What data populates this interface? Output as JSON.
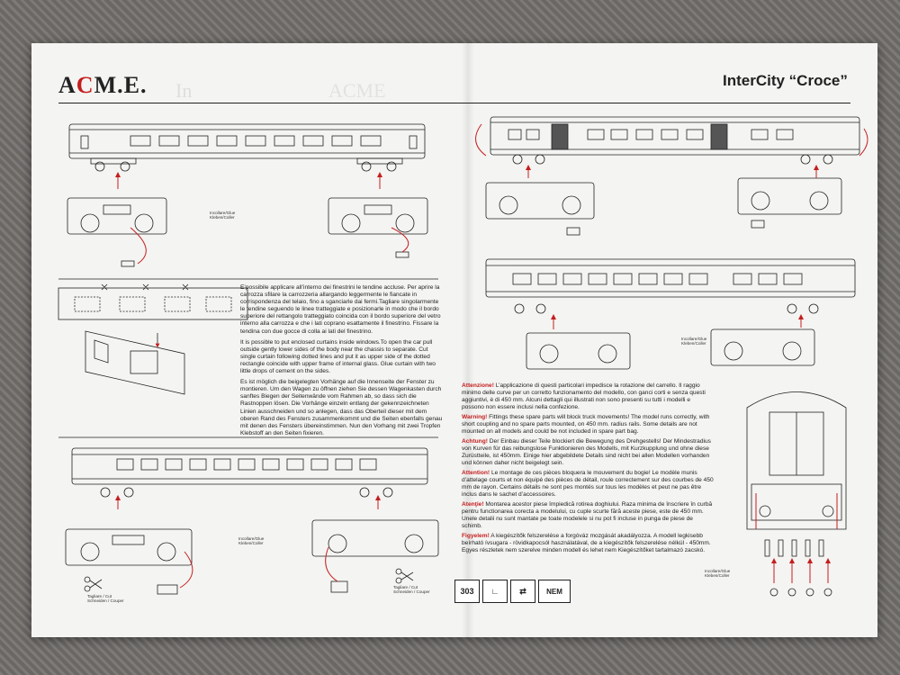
{
  "brand": {
    "logo_pre": "A",
    "logo_red": "C",
    "logo_post": "M.E."
  },
  "header": {
    "title": "InterCity “Croce”"
  },
  "instructions": {
    "it": "E’possibile applicare all’interno dei finestrini le tendine accluse. Per aprire la carrozza sfilare la carrozzeria allargando leggermente le fiancate in corrispondenza del telaio, fino a sganciarle dai fermi.Tagliare singolarmente le tendine seguendo le linee tratteggiate e posizionarle in modo che il bordo superiore del rettangolo tratteggiato coincida con il bordo superiore del vetro interno alla carrozza e che i lati coprano esattamente il finestrino. Fissare la tendina con due gocce di colla ai lati del finestrino.",
    "en": "It is possible to put enclosed curtains inside windows.To open the car pull outside gently lower sides of the body near the chassis to separate. Cut single curtain following dotted lines and put it as upper side of the dotted rectangle coincide with upper frame of internal glass. Glue curtain with two little drops of cement on the sides.",
    "de": "Es ist möglich die beigelegten Vorhänge auf die Innenseite der Fenster zu montieren. Um den Wagen zu öffnen ziehen Sie dessen Wagenkasten durch sanftes Biegen der Seitenwände vom Rahmen ab, so dass sich die Rastnoppen lösen. Die Vorhänge einzeln entlang der gekennzeichneten Linien ausschneiden und so anlegen, dass das Oberteil dieser mit dem oberen Rand des Fensters zusammenkommt und die Seiten ebenfalls genau mit denen des Fensters übereinstimmen. Nun den Vorhang mit zwei Tropfen Klebstoff an den Seiten fixieren."
  },
  "warnings": [
    {
      "head": "Attenzione!",
      "body": " L’applicazione di questi particolari impedisce la rotazione del carrello. Il raggio minimo delle curve per un corretto funzionamento del modello, con ganci corti e senza questi aggiuntivi, è di 450 mm. Alcuni dettagli qui illustrati non sono presenti su tutti i modelli e possono non essere inclusi nella confezione."
    },
    {
      "head": "Warning!",
      "body": " Fittings these spare parts will block truck movements! The model runs correctly, with short coupling and no spare parts mounted, on 450 mm. radius rails. Some details are not mounted on all models and could be not included in spare part bag."
    },
    {
      "head": "Achtung!",
      "body": " Der Einbau dieser Teile blockiert die Bewegung des Drehgestells! Der Mindestradius von Kurven für das reibungslose Funktionieren des Modells, mit Kurzkupplung und ohne diese Zurüstteile, ist 450mm. Einige hier abgebildete Details sind nicht bei allen Modellen vorhanden und können daher nicht beigelegt sein."
    },
    {
      "head": "Attention!",
      "body": " Le montage de ces pièces bloquera le mouvement du bogie! Le modèle munis d’attelage courts et non équipé des pièces de détail, roule correctement sur des courbes de 450 mm de rayon. Certains détails ne sont pes montés sur tous les modèles et peut ne pas être inclus dans le sachet d’accessoires."
    },
    {
      "head": "Atenţie!",
      "body": " Montarea acestor piese împiedică rotirea doghiului. Raza minima de înscriere în curbă pentru functionarea corecta a modelului, cu cuple scurte fără aceste piese, este de 450 mm. Unele detalii nu sunt mantate pe toate modelele si nu pot fi incluse in punga de piese de schimb."
    },
    {
      "head": "Figyelem!",
      "body": " A kiegészítők felszerelése a forgóváz mozgását akadályozza. A modell legkisebb beírható ívsugara - rövidkapocsól használatával, de a kiegészítők felszerelése nélkül - 450mm. Egyes részletek nem szerelve minden modell és lehet nem Kiegészítőket tartalmazó zacskó."
    }
  ],
  "labels": {
    "glue": "Incollare/Glue Kleben/Coller",
    "cut": "Tagliare / Cut Schneiden / Couper"
  },
  "symbols": {
    "code": "303",
    "nem": "NEM"
  },
  "colors": {
    "accent": "#c41e1e",
    "ink": "#222222",
    "paper": "#f4f4f2"
  }
}
